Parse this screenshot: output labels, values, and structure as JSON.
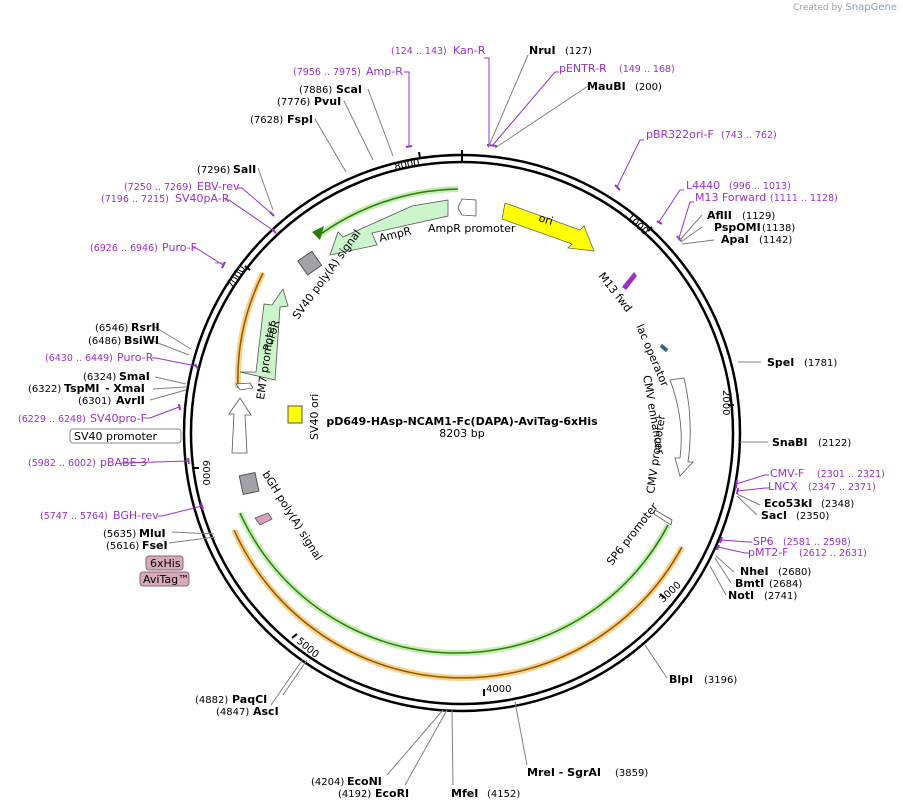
{
  "credit": {
    "prefix": "Created by",
    "brand": "SnapGene"
  },
  "plasmid": {
    "name": "pD649-HAsp-NCAM1-Fc(DAPA)-AviTag-6xHis",
    "size_label": "8203 bp",
    "length": 8203
  },
  "ticks": [
    "1000",
    "2000",
    "3000",
    "4000",
    "5000",
    "6000",
    "7000",
    "8000"
  ],
  "sites": [
    {
      "name": "NruI",
      "pos": "(127)"
    },
    {
      "name": "MauBI",
      "pos": "(200)"
    },
    {
      "name": "AflII",
      "pos": "(1129)"
    },
    {
      "name": "PspOMI",
      "pos": "(1138)"
    },
    {
      "name": "ApaI",
      "pos": "(1142)"
    },
    {
      "name": "SpeI",
      "pos": "(1781)"
    },
    {
      "name": "SnaBI",
      "pos": "(2122)"
    },
    {
      "name": "Eco53kI",
      "pos": "(2348)"
    },
    {
      "name": "SacI",
      "pos": "(2350)"
    },
    {
      "name": "NheI",
      "pos": "(2680)"
    },
    {
      "name": "BmtI",
      "pos": "(2684)"
    },
    {
      "name": "NotI",
      "pos": "(2741)"
    },
    {
      "name": "BlpI",
      "pos": "(3196)"
    },
    {
      "name": "MreI - SgrAI",
      "pos": "(3859)"
    },
    {
      "name": "MfeI",
      "pos": "(4152)"
    },
    {
      "name": "EcoNI",
      "pos": "(4204)"
    },
    {
      "name": "EcoRI",
      "pos": "(4192)"
    },
    {
      "name": "AscI",
      "pos": "(4847)"
    },
    {
      "name": "PaqCI",
      "pos": "(4882)"
    },
    {
      "name": "FseI",
      "pos": "(5616)"
    },
    {
      "name": "MluI",
      "pos": "(5635)"
    },
    {
      "name": "AvrII",
      "pos": "(6301)"
    },
    {
      "name": "TspMI",
      "pos": "(6322)"
    },
    {
      "name": "XmaI",
      "pos": ""
    },
    {
      "name": "SmaI",
      "pos": "(6324)"
    },
    {
      "name": "BsiWI",
      "pos": "(6486)"
    },
    {
      "name": "RsrII",
      "pos": "(6546)"
    },
    {
      "name": "SalI",
      "pos": "(7296)"
    },
    {
      "name": "FspI",
      "pos": "(7628)"
    },
    {
      "name": "PvuI",
      "pos": "(7776)"
    },
    {
      "name": "ScaI",
      "pos": "(7886)"
    }
  ],
  "primers": [
    {
      "name": "Kan-R",
      "range": "(124 .. 143)"
    },
    {
      "name": "pENTR-R",
      "range": "(149 .. 168)"
    },
    {
      "name": "pBR322ori-F",
      "range": "(743 .. 762)"
    },
    {
      "name": "L4440",
      "range": "(996 .. 1013)"
    },
    {
      "name": "M13 Forward",
      "range": "(1111 .. 1128)"
    },
    {
      "name": "CMV-F",
      "range": "(2301 .. 2321)"
    },
    {
      "name": "LNCX",
      "range": "(2347 .. 2371)"
    },
    {
      "name": "SP6",
      "range": "(2581 .. 2598)"
    },
    {
      "name": "pMT2-F",
      "range": "(2612 .. 2631)"
    },
    {
      "name": "BGH-rev",
      "range": "(5747 .. 5764)"
    },
    {
      "name": "pBABE 3'",
      "range": "(5982 .. 6002)"
    },
    {
      "name": "SV40pro-F",
      "range": "(6229 .. 6248)"
    },
    {
      "name": "Puro-R",
      "range": "(6430 .. 6449)"
    },
    {
      "name": "Puro-F",
      "range": "(6926 .. 6946)"
    },
    {
      "name": "SV40pA-R",
      "range": "(7196 .. 7215)"
    },
    {
      "name": "EBV-rev",
      "range": "(7250 .. 7269)"
    },
    {
      "name": "Amp-R",
      "range": "(7956 .. 7975)"
    }
  ],
  "features": {
    "ori": "ori",
    "m13fwd": "M13 fwd",
    "lacop": "lac operator",
    "cmvenh": "CMV enhancer",
    "cmvprom": "CMV promoter",
    "sp6": "SP6 promoter",
    "bgh": "bGH poly(A) signal",
    "em7": "EM7 promoter",
    "sv40ori": "SV40 ori",
    "puror": "PuroR",
    "sv40pa": "SV40 poly(A) signal",
    "ampr": "AmpR",
    "amprprom": "AmpR promoter"
  },
  "boxes": {
    "sv40prom": "SV40 promoter",
    "his": "6xHis",
    "avi": "AviTag™"
  },
  "colors": {
    "primer": "#9b30c8",
    "ori": "#ffff00",
    "green": "#ccf5cc",
    "gene": "#b0dcb0",
    "orange": "#f5a623",
    "grey": "#a0a4aa"
  }
}
